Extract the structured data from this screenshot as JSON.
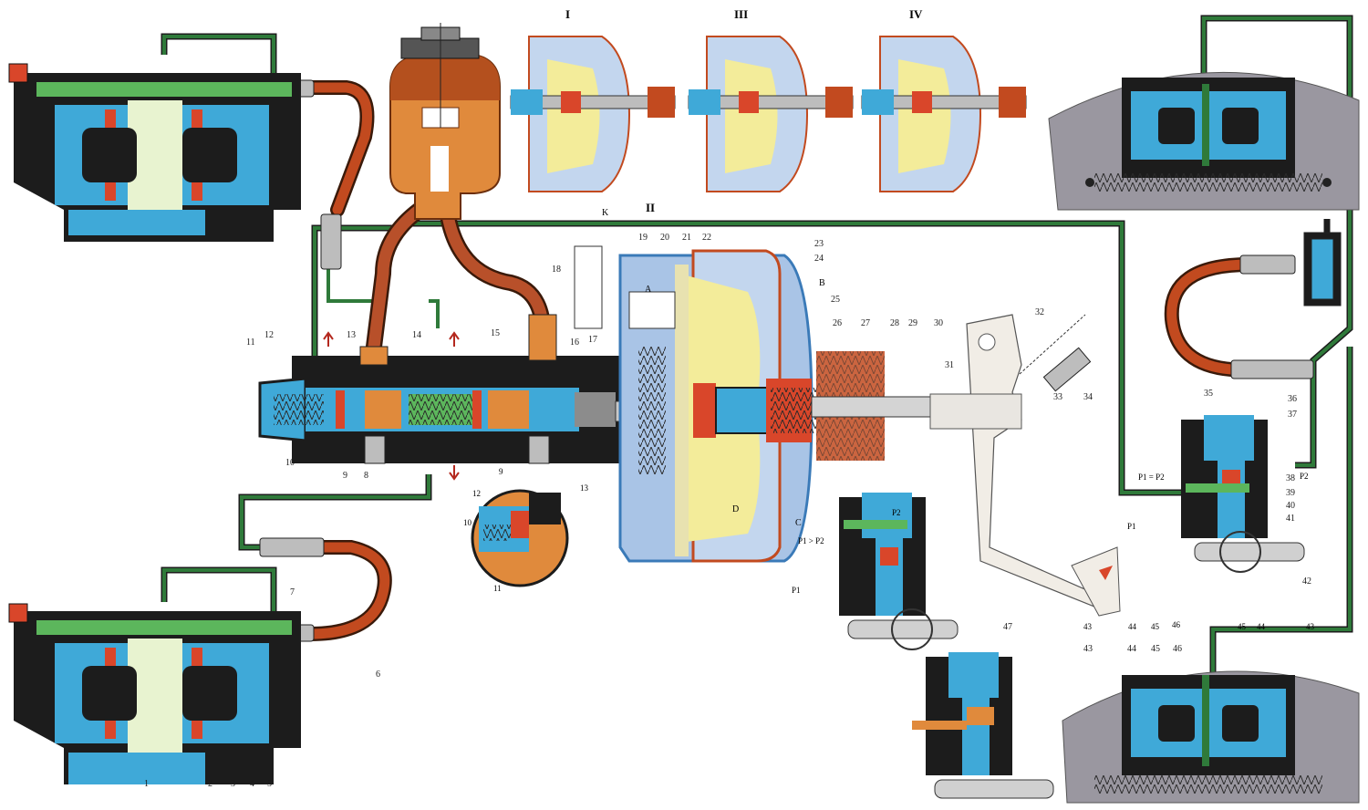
{
  "colors": {
    "fluid_blue": "#3fa9d8",
    "body_black": "#1c1c1c",
    "line_green": "#2f7a3a",
    "hose_red": "#c24a1f",
    "reservoir_orange": "#e08a3c",
    "booster_blue": "#a9c4e6",
    "booster_yellow": "#f3ec9a",
    "seal_red": "#d9462a",
    "spring_green": "#5cb65c",
    "drum_gray": "#9a97a0"
  },
  "section_labels": {
    "I": "I",
    "II": "II",
    "III": "III",
    "IV": "IV"
  },
  "letters": {
    "A": "A",
    "B": "B",
    "C": "C",
    "D": "D",
    "K": "K"
  },
  "pressure_labels": {
    "p1_eq_p2": "P1 = P2",
    "p1_gt_p2": "P1 > P2",
    "p1_left": "P1",
    "p1_bottom": "P1",
    "p2_right": "P2",
    "p2_small": "P2"
  },
  "callouts": [
    "1",
    "2",
    "3",
    "4",
    "5",
    "6",
    "7",
    "8",
    "9",
    "10",
    "11",
    "12",
    "13",
    "14",
    "15",
    "16",
    "17",
    "18",
    "19",
    "20",
    "21",
    "22",
    "23",
    "24",
    "25",
    "26",
    "27",
    "28",
    "29",
    "30",
    "31",
    "32",
    "33",
    "34",
    "35",
    "36",
    "37",
    "38",
    "39",
    "40",
    "41",
    "42",
    "43",
    "44",
    "45",
    "46",
    "47"
  ],
  "detail_callouts": {
    "n9": "9",
    "n10": "10",
    "n11": "11",
    "n12": "12",
    "n13": "13"
  },
  "rear_callouts": {
    "l43": "43",
    "l44": "44",
    "l45": "45",
    "l46": "46",
    "r45": "45",
    "r44": "44",
    "r43": "43"
  }
}
